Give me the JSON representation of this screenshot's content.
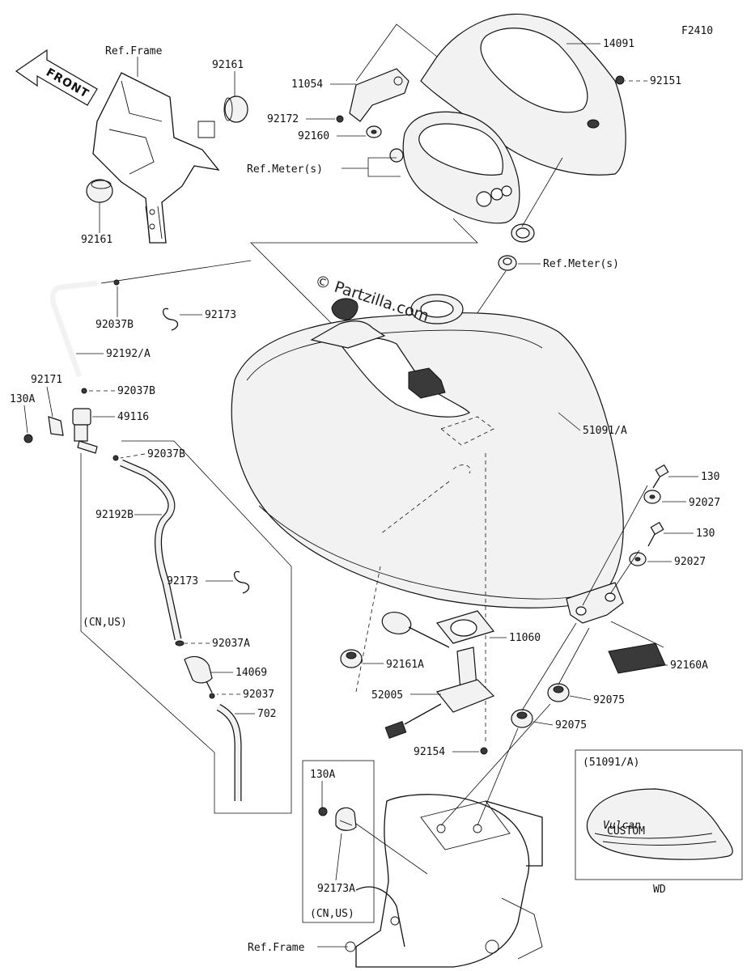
{
  "diagram_code": "F2410",
  "watermark": "© Partzilla.com",
  "front_arrow": "FRONT",
  "inset_variant": {
    "title": "(51091/A)",
    "region": "WD",
    "tank_logo_1": "Vulcan",
    "tank_logo_2": "CUSTOM"
  },
  "region_box_left": "(CN,US)",
  "region_box_bottom": "(CN,US)",
  "labels": {
    "ref_frame_top": "Ref.Frame",
    "p92161_top": "92161",
    "p92161_bottom": "92161",
    "p11054": "11054",
    "p92172": "92172",
    "p92160": "92160",
    "ref_meters_1": "Ref.Meter(s)",
    "p14091": "14091",
    "p92151": "92151",
    "ref_meters_2": "Ref.Meter(s)",
    "p92037b_1": "92037B",
    "p92173_1": "92173",
    "p92192a": "92192/A",
    "p92171": "92171",
    "p130a_1": "130A",
    "p92037b_2": "92037B",
    "p49116": "49116",
    "p92037b_3": "92037B",
    "p92192b": "92192B",
    "p92173_2": "92173",
    "p92037a": "92037A",
    "p14069": "14069",
    "p92037": "92037",
    "p702": "702",
    "p51091a": "51091/A",
    "p130_1": "130",
    "p92027_1": "92027",
    "p130_2": "130",
    "p92027_2": "92027",
    "p11060": "11060",
    "p92161a": "92161A",
    "p92160a": "92160A",
    "p52005": "52005",
    "p92075_1": "92075",
    "p92075_2": "92075",
    "p92154": "92154",
    "p130a_2": "130A",
    "p92173a": "92173A",
    "ref_frame_bottom": "Ref.Frame"
  }
}
